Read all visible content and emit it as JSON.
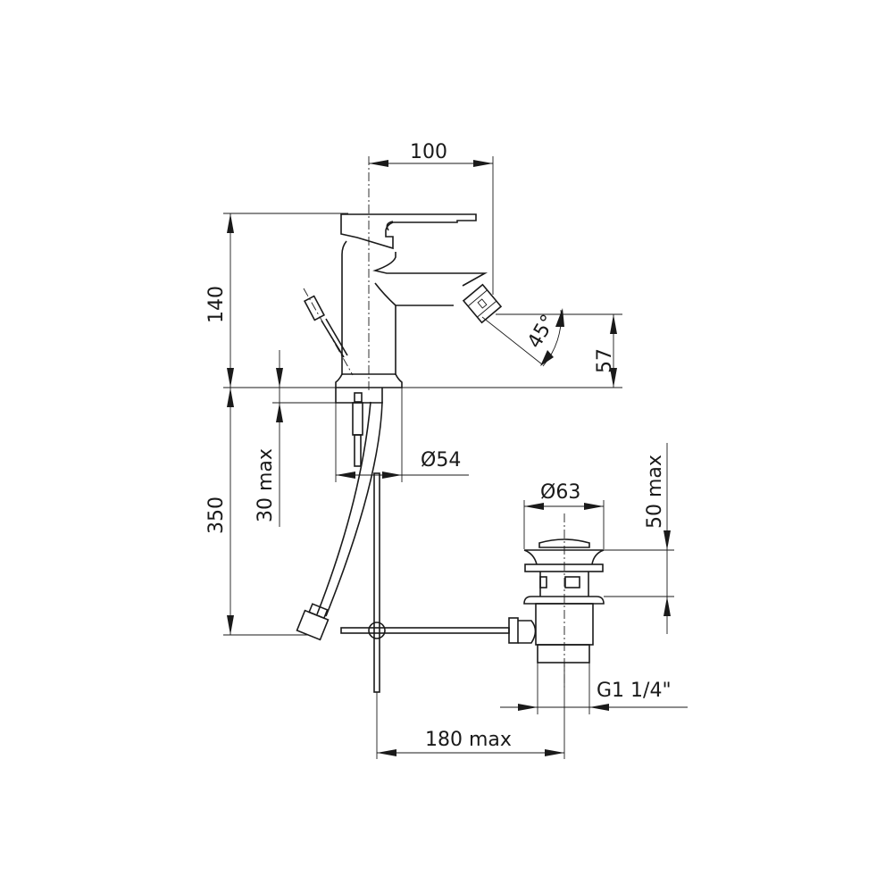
{
  "dimensions": {
    "spout_reach": "100",
    "height": "140",
    "spout_height": "57",
    "spout_angle": "45°",
    "hose_length": "350",
    "deck_thickness": "30 max",
    "base_diameter": "Ø54",
    "drain_diameter": "Ø63",
    "drain_height": "50 max",
    "drain_thread": "G1 1/4\"",
    "rod_length": "180 max"
  }
}
